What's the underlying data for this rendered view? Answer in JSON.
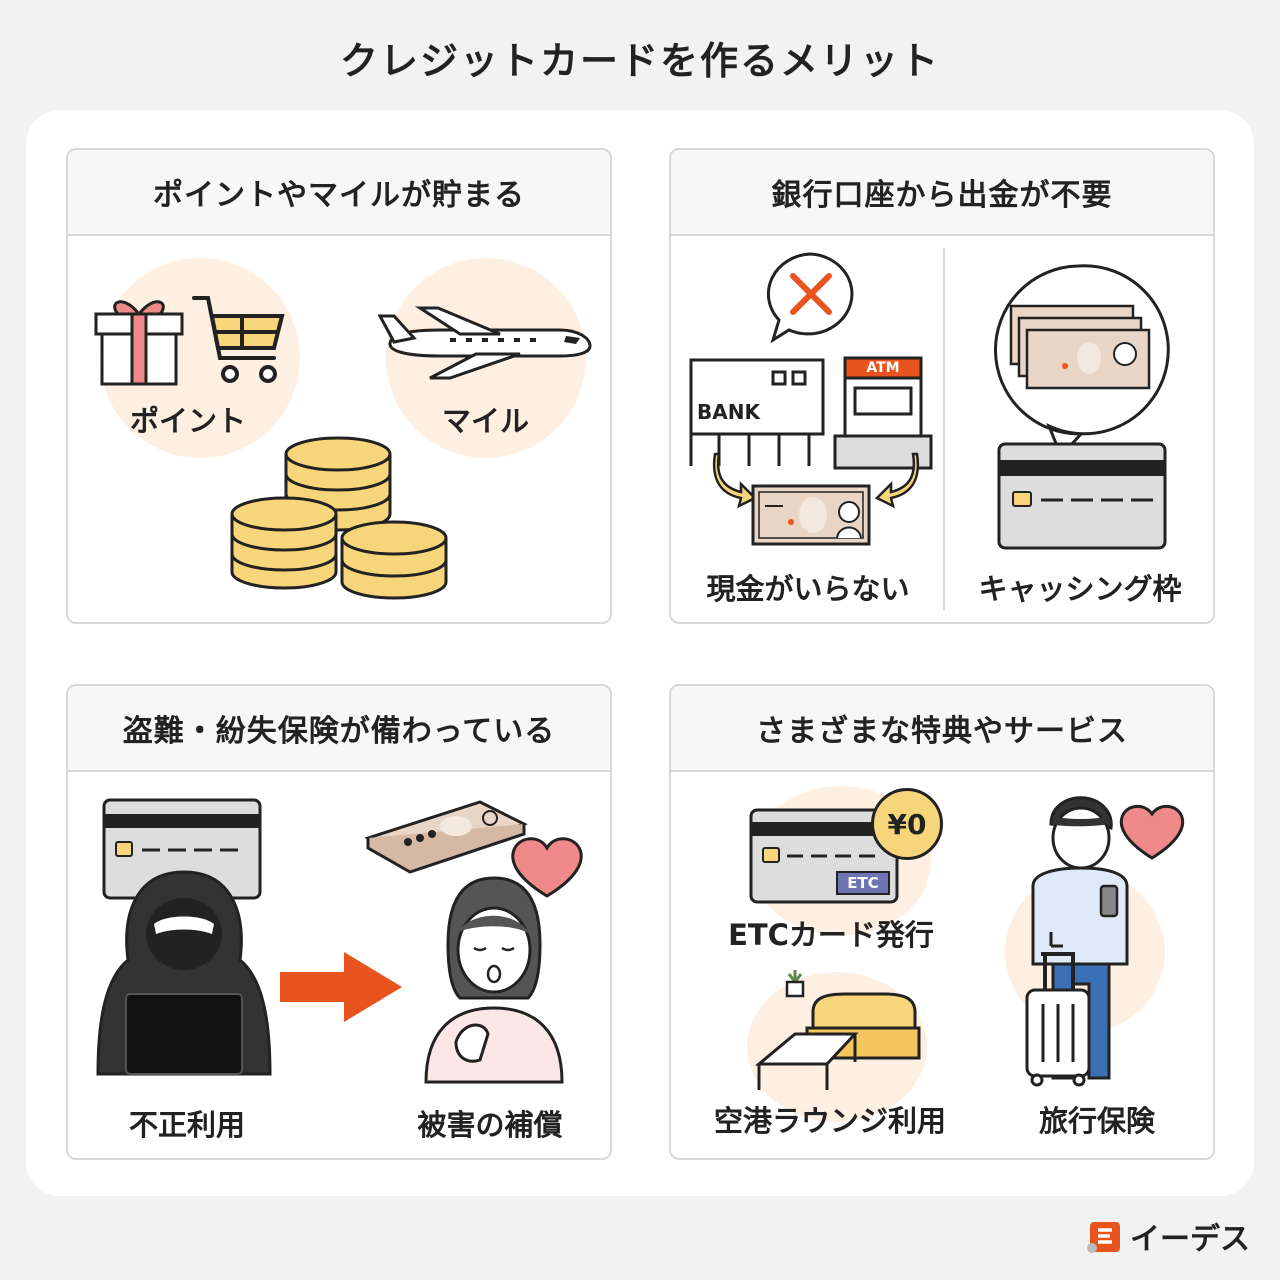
{
  "title": "クレジットカードを作るメリット",
  "panels": [
    {
      "heading": "ポイントやマイルが貯まる",
      "labels": [
        "ポイント",
        "マイル"
      ]
    },
    {
      "heading": "銀行口座から出金が不要",
      "labels": [
        "現金がいらない",
        "キャッシング枠"
      ],
      "signs": [
        "BANK",
        "ATM"
      ]
    },
    {
      "heading": "盗難・紛失保険が備わっている",
      "labels": [
        "不正利用",
        "被害の補償"
      ]
    },
    {
      "heading": "さまざまな特典やサービス",
      "labels": [
        "ETCカード発行",
        "空港ラウンジ利用",
        "旅行保険"
      ],
      "badges": [
        "¥0",
        "ETC"
      ]
    }
  ],
  "brand": {
    "name": "イーデス"
  },
  "colors": {
    "accent": "#e8531e",
    "gold": "#f7d57a",
    "peach": "#fdf0e3",
    "heart": "#f08a8a"
  }
}
